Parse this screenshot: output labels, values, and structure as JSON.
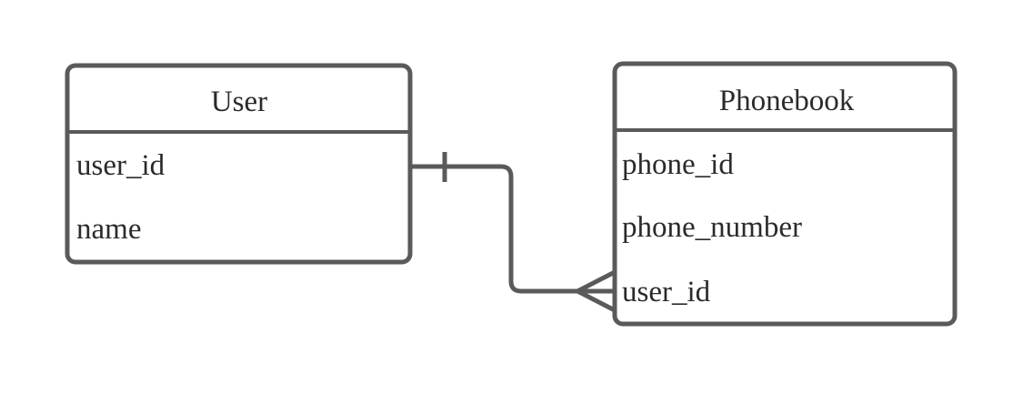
{
  "diagram": {
    "type": "entity-relationship-diagram",
    "notation": "crow-foot",
    "background_color": "#ffffff",
    "stroke_color": "#5a5a5a",
    "text_color": "#2b2b2b"
  },
  "entities": [
    {
      "id": "user",
      "title": "User",
      "attributes": [
        "user_id",
        "name"
      ]
    },
    {
      "id": "phonebook",
      "title": "Phonebook",
      "attributes": [
        "phone_id",
        "phone_number",
        "user_id"
      ]
    }
  ],
  "relationship": {
    "from": "User",
    "to": "Phonebook",
    "from_cardinality": "one",
    "to_cardinality": "many",
    "from_symbol": "single-tick",
    "to_symbol": "crow-foot"
  }
}
